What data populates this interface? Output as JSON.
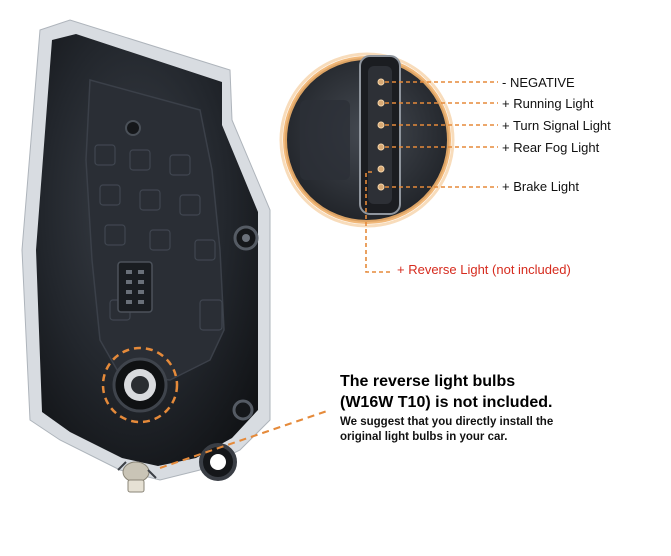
{
  "pinout": {
    "labels": [
      "- NEGATIVE",
      "+ Running Light",
      "+ Turn Signal Light",
      "+ Rear Fog Light",
      "+ Brake Light"
    ],
    "reverse_label": "+ Reverse Light (not included)"
  },
  "note": {
    "title_lines": [
      "The reverse light bulbs",
      "(W16W T10) is not included."
    ],
    "body_lines": [
      "We suggest that you directly install the",
      "original light bulbs in your car."
    ]
  },
  "colors": {
    "leader_line": "#e58a3a",
    "reverse_text": "#d62b1e",
    "housing": "#1c1f24",
    "lens_edge": "#cfd3d8"
  }
}
